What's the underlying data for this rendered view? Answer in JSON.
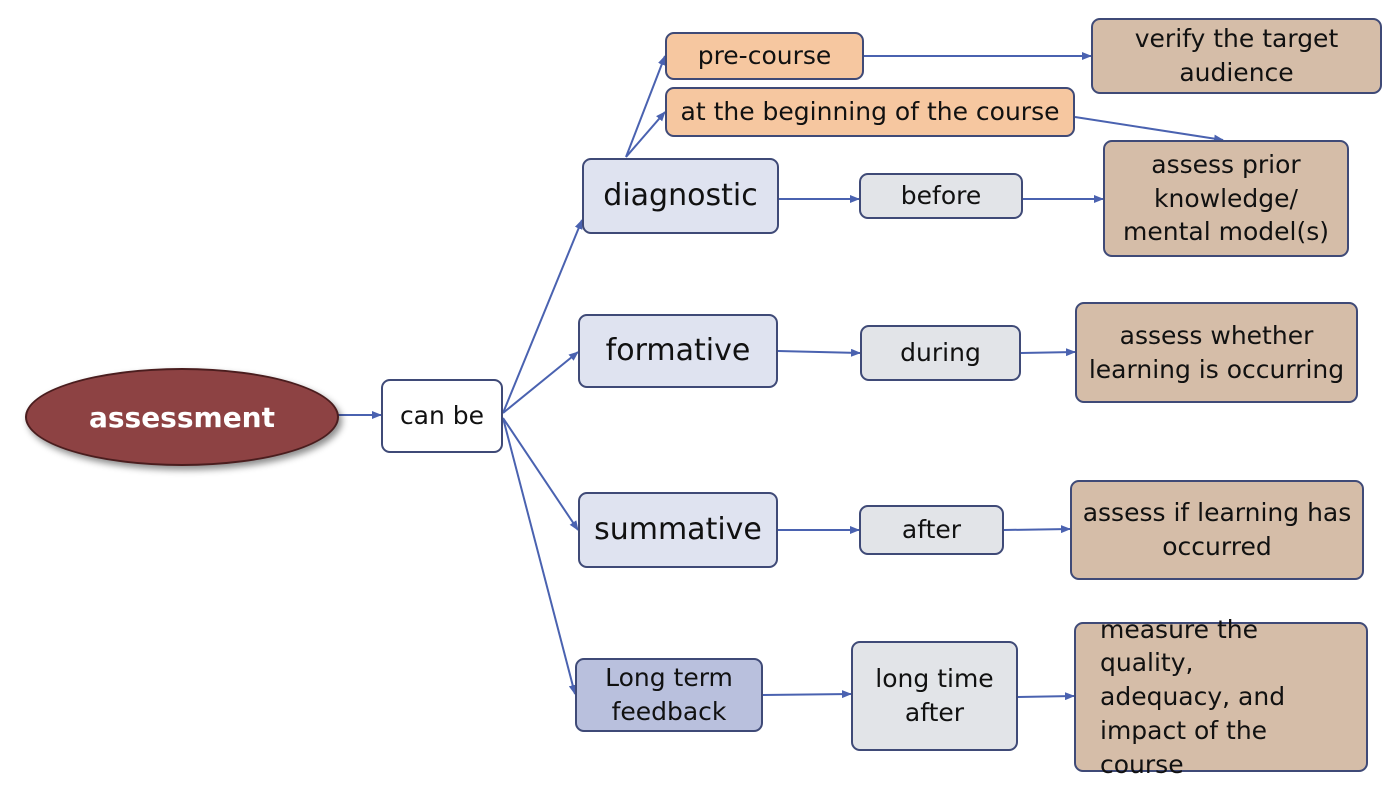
{
  "colors": {
    "root_fill": "#8d4243",
    "type_box_fill": "#dfe3f0",
    "timing_box_fill": "#e2e4e8",
    "long_term_fill": "#b9c0dd",
    "diagnostic_detail_fill": "#f6c7a0",
    "purpose_box_fill": "#d5bda8",
    "border": "#3f4a77",
    "edge": "#4a62b0"
  },
  "nodes": {
    "assessment": "assessment",
    "can_be": "can be",
    "diagnostic": "diagnostic",
    "formative": "formative",
    "summative": "summative",
    "long_term_feedback": "Long term\nfeedback",
    "pre_course": "pre-course",
    "beginning_of_course": "at the beginning of the course",
    "before": "before",
    "during": "during",
    "after": "after",
    "long_time_after": "long time\nafter",
    "verify_target_audience": "verify the target\naudience",
    "assess_prior_knowledge": "assess prior\nknowledge/\nmental model(s)",
    "assess_learning_occurring": "assess whether\nlearning is occurring",
    "assess_learning_occurred": "assess if learning has\noccurred",
    "measure_quality": "measure the quality,\nadequacy, and\nimpact of the course"
  },
  "edges": [
    [
      "assessment",
      "can_be"
    ],
    [
      "can_be",
      "diagnostic"
    ],
    [
      "can_be",
      "formative"
    ],
    [
      "can_be",
      "summative"
    ],
    [
      "can_be",
      "long_term_feedback"
    ],
    [
      "diagnostic",
      "pre_course"
    ],
    [
      "diagnostic",
      "beginning_of_course"
    ],
    [
      "diagnostic",
      "before"
    ],
    [
      "formative",
      "during"
    ],
    [
      "summative",
      "after"
    ],
    [
      "long_term_feedback",
      "long_time_after"
    ],
    [
      "pre_course",
      "verify_target_audience"
    ],
    [
      "beginning_of_course",
      "assess_prior_knowledge"
    ],
    [
      "before",
      "assess_prior_knowledge"
    ],
    [
      "during",
      "assess_learning_occurring"
    ],
    [
      "after",
      "assess_learning_occurred"
    ],
    [
      "long_time_after",
      "measure_quality"
    ]
  ]
}
